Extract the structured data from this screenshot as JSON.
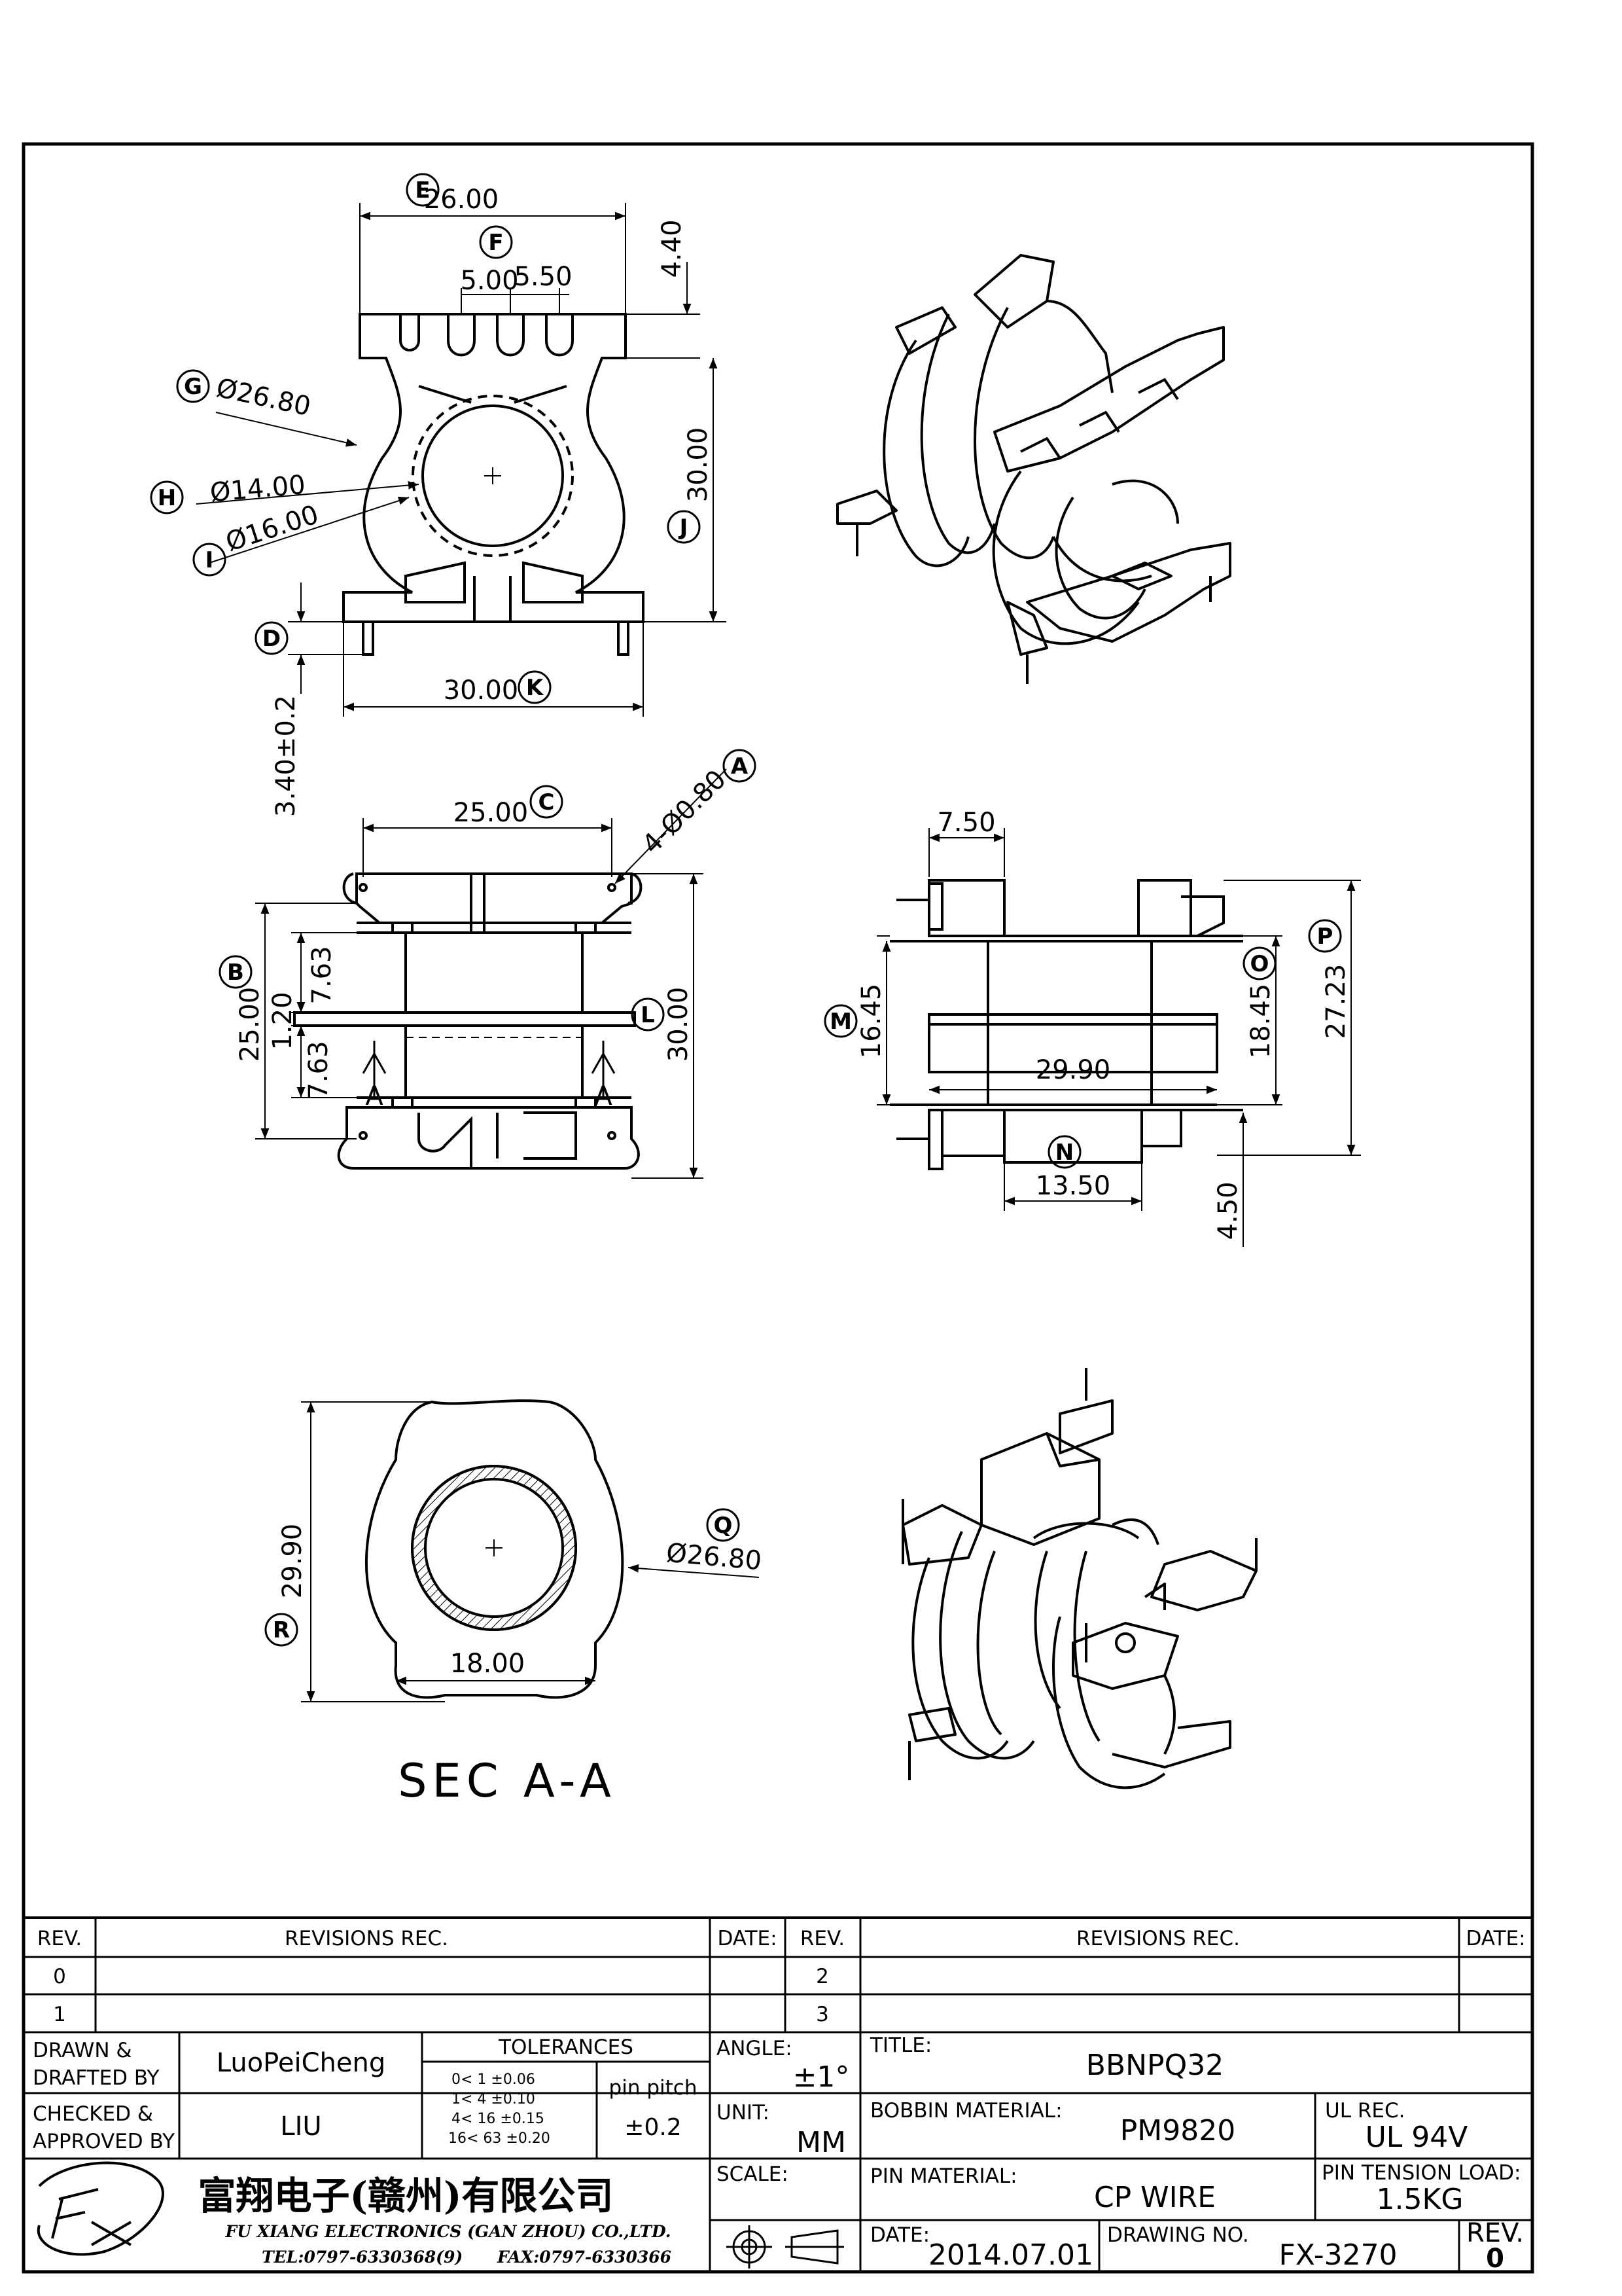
{
  "front_view": {
    "dims": {
      "top_width": "26.00",
      "slot_width": "5.00",
      "slot_pitch": "5.50",
      "top_height": "4.40",
      "outer_dia": "Ø26.80",
      "inner_dia": "Ø14.00",
      "mid_dia": "Ø16.00",
      "height": "30.00",
      "pin_length": "3.40±0.2",
      "base_width": "30.00"
    },
    "labels": {
      "E": "E",
      "F": "F",
      "G": "G",
      "H": "H",
      "I": "I",
      "J": "J",
      "D": "D",
      "K": "K"
    }
  },
  "side_view": {
    "dims": {
      "pin_span": "25.00",
      "pin_dia": "4-Ø0.80",
      "height_b": "25.00",
      "flange_a": "7.63",
      "flange_thk": "1.20",
      "flange_b": "7.63",
      "height_l": "30.00",
      "section_mark": "A"
    },
    "labels": {
      "A": "A",
      "B": "B",
      "C": "C",
      "L": "L"
    }
  },
  "right_view": {
    "dims": {
      "top_offset": "7.50",
      "core_height": "16.45",
      "core_length": "29.90",
      "inner_height": "18.45",
      "total_height": "27.23",
      "bottom_width": "13.50",
      "bottom_offset": "4.50"
    },
    "labels": {
      "M": "M",
      "N": "N",
      "O": "O",
      "P": "P"
    }
  },
  "section_view": {
    "dims": {
      "height": "29.90",
      "outer_dia": "Ø26.80",
      "bottom_width": "18.00"
    },
    "labels": {
      "Q": "Q",
      "R": "R"
    },
    "title": "SEC A-A"
  },
  "title_block": {
    "rev_header": "REV.",
    "revisions_header": "REVISIONS   REC.",
    "date_header": "DATE:",
    "rev_rows_left": [
      "0",
      "1"
    ],
    "rev_rows_right": [
      "2",
      "3"
    ],
    "drawn_label": "DRAWN &\nDRAFTED BY",
    "drawn_line1": "DRAWN  &",
    "drawn_line2": "DRAFTED  BY",
    "drawn_value": "LuoPeiCheng",
    "checked_line1": "CHECKED  &",
    "checked_line2": "APPROVED  BY",
    "checked_value": "LIU",
    "tolerances_header": "TOLERANCES",
    "tolerance_rows": [
      "0<   1    ±0.06",
      "1<   4    ±0.10",
      "4<   16  ±0.15",
      "16<   63  ±0.20"
    ],
    "pin_pitch_label": "pin pitch",
    "pin_pitch_value": "±0.2",
    "angle_label": "ANGLE:",
    "angle_value": "±1°",
    "unit_label": "UNIT:",
    "unit_value": "MM",
    "scale_label": "SCALE:",
    "title_label": "TITLE:",
    "title_value": "BBNPQ32",
    "bobbin_label": "BOBBIN  MATERIAL:",
    "bobbin_value": "PM9820",
    "ul_label": "UL  REC.",
    "ul_value": "UL  94V",
    "pin_material_label": "PIN  MATERIAL:",
    "pin_material_value": "CP  WIRE",
    "pin_tension_label": "PIN  TENSION  LOAD:",
    "pin_tension_value": "1.5KG",
    "date_label": "DATE:",
    "date_value": "2014.07.01",
    "drawing_no_label": "DRAWING  NO.",
    "drawing_no_value": "FX-3270",
    "rev_label": "REV.",
    "rev_value": "0",
    "company_cn": "富翔电子(赣州)有限公司",
    "company_en": "FU XIANG ELECTRONICS (GAN ZHOU) CO.,LTD.",
    "tel": "TEL:0797-6330368(9)",
    "fax": "FAX:0797-6330366"
  }
}
